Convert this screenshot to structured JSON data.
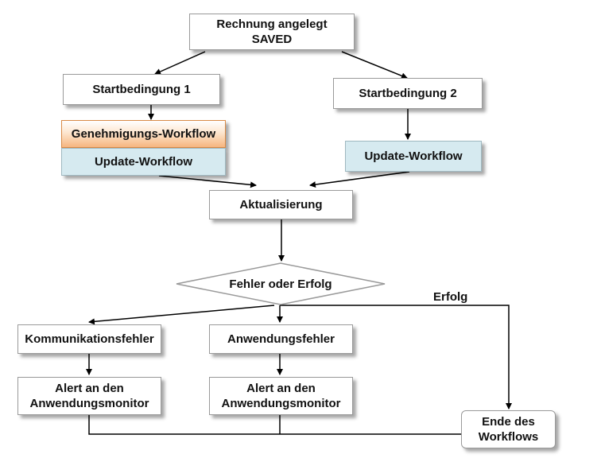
{
  "nodes": {
    "start": "Rechnung angelegt\nSAVED",
    "condition1": "Startbedingung 1",
    "condition2": "Startbedingung 2",
    "approval_workflow": "Genehmigungs-Workflow",
    "update_workflow_1": "Update-Workflow",
    "update_workflow_2": "Update-Workflow",
    "update": "Aktualisierung",
    "decision": "Fehler oder Erfolg",
    "communication_error": "Kommunikationsfehler",
    "application_error": "Anwendungsfehler",
    "alert_1": "Alert an den\nAnwendungsmonitor",
    "alert_2": "Alert an den\nAnwendungsmonitor",
    "end": "Ende des\nWorkflows"
  },
  "edge_labels": {
    "success": "Erfolg"
  },
  "colors": {
    "line": "#000000",
    "box_border": "#9a9a9a",
    "orange_fill": "#f6b57f",
    "blue_fill": "#d6eaf0"
  }
}
